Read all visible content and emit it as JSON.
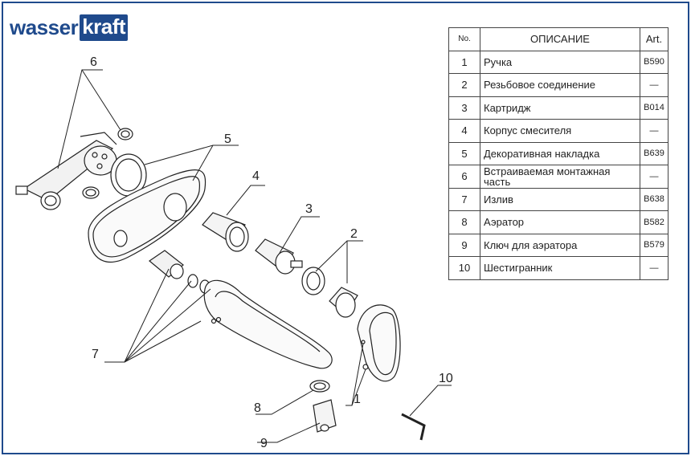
{
  "brand": {
    "part1": "wasser",
    "part2": "kraft"
  },
  "table": {
    "headers": {
      "no": "No.",
      "desc": "ОПИСАНИЕ",
      "art": "Art."
    },
    "rows": [
      {
        "no": "1",
        "desc": "Ручка",
        "art": "B590"
      },
      {
        "no": "2",
        "desc": "Резьбовое соединение",
        "art": "—"
      },
      {
        "no": "3",
        "desc": "Картридж",
        "art": "B014"
      },
      {
        "no": "4",
        "desc": "Корпус смесителя",
        "art": "—"
      },
      {
        "no": "5",
        "desc": "Декоративная накладка",
        "art": "B639"
      },
      {
        "no": "6",
        "desc": "Встраиваемая монтажная часть",
        "art": "—"
      },
      {
        "no": "7",
        "desc": "Излив",
        "art": "B638"
      },
      {
        "no": "8",
        "desc": "Аэратор",
        "art": "B582"
      },
      {
        "no": "9",
        "desc": "Ключ для аэратора",
        "art": "B579"
      },
      {
        "no": "10",
        "desc": "Шестигранник",
        "art": "—"
      }
    ]
  },
  "callouts": [
    "6",
    "5",
    "4",
    "3",
    "2",
    "7",
    "8",
    "9",
    "1",
    "10"
  ],
  "colors": {
    "brand": "#1f4a8c",
    "line": "#222222"
  }
}
